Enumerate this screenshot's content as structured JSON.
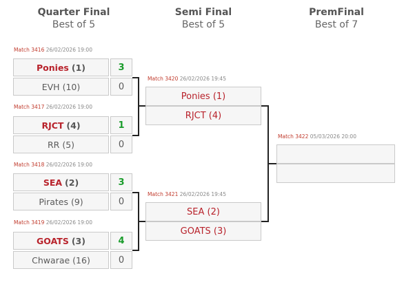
{
  "rounds": [
    {
      "title": "Quarter Final",
      "subtitle": "Best of 5"
    },
    {
      "title": "Semi Final",
      "subtitle": "Best of 5"
    },
    {
      "title": "PremFinal",
      "subtitle": "Best of 7"
    }
  ],
  "quarter_finals": [
    {
      "match": "Match 3416",
      "datetime": "26/02/2026 19:00",
      "home": {
        "name": "Ponies",
        "seed": "(1)",
        "score": "3"
      },
      "away": {
        "name": "EVH",
        "seed": "(10)",
        "score": "0"
      }
    },
    {
      "match": "Match 3417",
      "datetime": "26/02/2026 19:00",
      "home": {
        "name": "RJCT",
        "seed": "(4)",
        "score": "1"
      },
      "away": {
        "name": "RR",
        "seed": "(5)",
        "score": "0"
      }
    },
    {
      "match": "Match 3418",
      "datetime": "26/02/2026 19:00",
      "home": {
        "name": "SEA",
        "seed": "(2)",
        "score": "3"
      },
      "away": {
        "name": "Pirates",
        "seed": "(9)",
        "score": "0"
      }
    },
    {
      "match": "Match 3419",
      "datetime": "26/02/2026 19:00",
      "home": {
        "name": "GOATS",
        "seed": "(3)",
        "score": "4"
      },
      "away": {
        "name": "Chwarae",
        "seed": "(16)",
        "score": "0"
      }
    }
  ],
  "semi_finals": [
    {
      "match": "Match 3420",
      "datetime": "26/02/2026 19:45",
      "home": "Ponies (1)",
      "away": "RJCT (4)"
    },
    {
      "match": "Match 3421",
      "datetime": "26/02/2026 19:45",
      "home": "SEA (2)",
      "away": "GOATS (3)"
    }
  ],
  "final": {
    "match": "Match 3422",
    "datetime": "05/03/2026 20:00"
  },
  "colors": {
    "winner_text": "#b8222b",
    "winning_score": "#1a9c2b",
    "match_label": "#c0392b",
    "connector": "#222222"
  }
}
